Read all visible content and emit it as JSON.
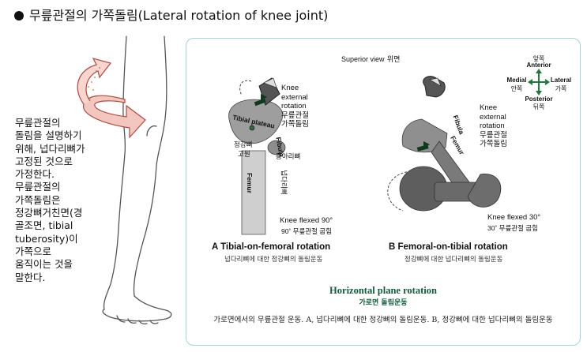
{
  "title": "무릎관절의 가쪽돌림(Lateral rotation of knee joint)",
  "side_lines": [
    "무릎관절의",
    "돌림을 설명하기",
    "위해, 넙다리뼈가",
    "고정된 것으로",
    "가정한다.",
    "무릎관절의",
    "가쪽돌림은",
    "정강뼈거친면(경",
    "골조면, tibial",
    "tuberosity)이",
    "가쪽으로",
    "움직이는 것을",
    "말한다."
  ],
  "panel": {
    "superior_view": "Superior view",
    "superior_view_ko": "위면",
    "compass": {
      "anterior": "Anterior",
      "anterior_ko": "앞쪽",
      "posterior": "Posterior",
      "posterior_ko": "뒤쪽",
      "medial": "Medial",
      "medial_ko": "안쪽",
      "lateral": "Lateral",
      "lateral_ko": "가쪽"
    },
    "fig_a": {
      "knee_lines": [
        "Knee",
        "external",
        "rotation",
        "무릎관절",
        "가쪽돌림"
      ],
      "tibial_plateau": "Tibial plateau",
      "tibial_ko": "정강뼈",
      "plateau_ko": "고원",
      "fibula": "Fibula",
      "fibula_ko": "종아리뼈",
      "femur": "Femur",
      "femur_ko": "넙다리뼈",
      "flexed": "Knee flexed 90°",
      "flexed_ko": "90˚ 무릎관절 굽힘",
      "caption": "A  Tibial-on-femoral rotation",
      "caption_ko": "넙다리뼈에 대한 정강뼈의 돌림운동"
    },
    "fig_b": {
      "knee_lines": [
        "Knee",
        "external",
        "rotation",
        "무릎관절",
        "가쪽돌림"
      ],
      "fibula": "Fibula",
      "femur": "Femur",
      "flexed": "Knee flexed 30°",
      "flexed_ko": "30˚ 무릎관절 굽힘",
      "caption": "B  Femoral-on-tibial rotation",
      "caption_ko": "정강뼈에 대한 넙다리뼈의 돌림운동"
    },
    "hpr": "Horizontal plane rotation",
    "hpr_ko": "가로면 돌림운동",
    "footnote": "가로면에서의 무릎관절 운동. A, 넙다리뼈에 대한 정강뼈의 돌림운동. B, 정강뼈에 대한 넙다리뼈의 돌림운동"
  }
}
